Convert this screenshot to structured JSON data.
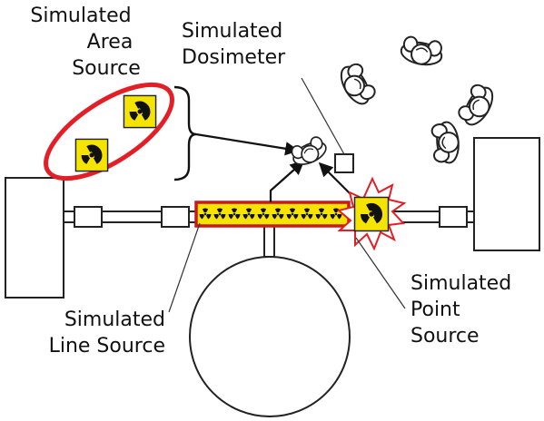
{
  "labels": {
    "area_source": [
      "Simulated",
      "Area",
      "Source"
    ],
    "dosimeter": [
      "Simulated",
      "Dosimeter"
    ],
    "line_source": [
      "Simulated",
      "Line Source"
    ],
    "point_source": [
      "Simulated",
      "Point",
      "Source"
    ]
  },
  "icons": {
    "radiation": "radiation-trefoil-icon",
    "person": "person-top-view-icon",
    "dosimeter": "dosimeter-box-icon"
  },
  "colors": {
    "highlight_red": "#e41e26",
    "warning_yellow": "#f5e400",
    "line_source_red": "#c9181e",
    "outline": "#111111"
  }
}
